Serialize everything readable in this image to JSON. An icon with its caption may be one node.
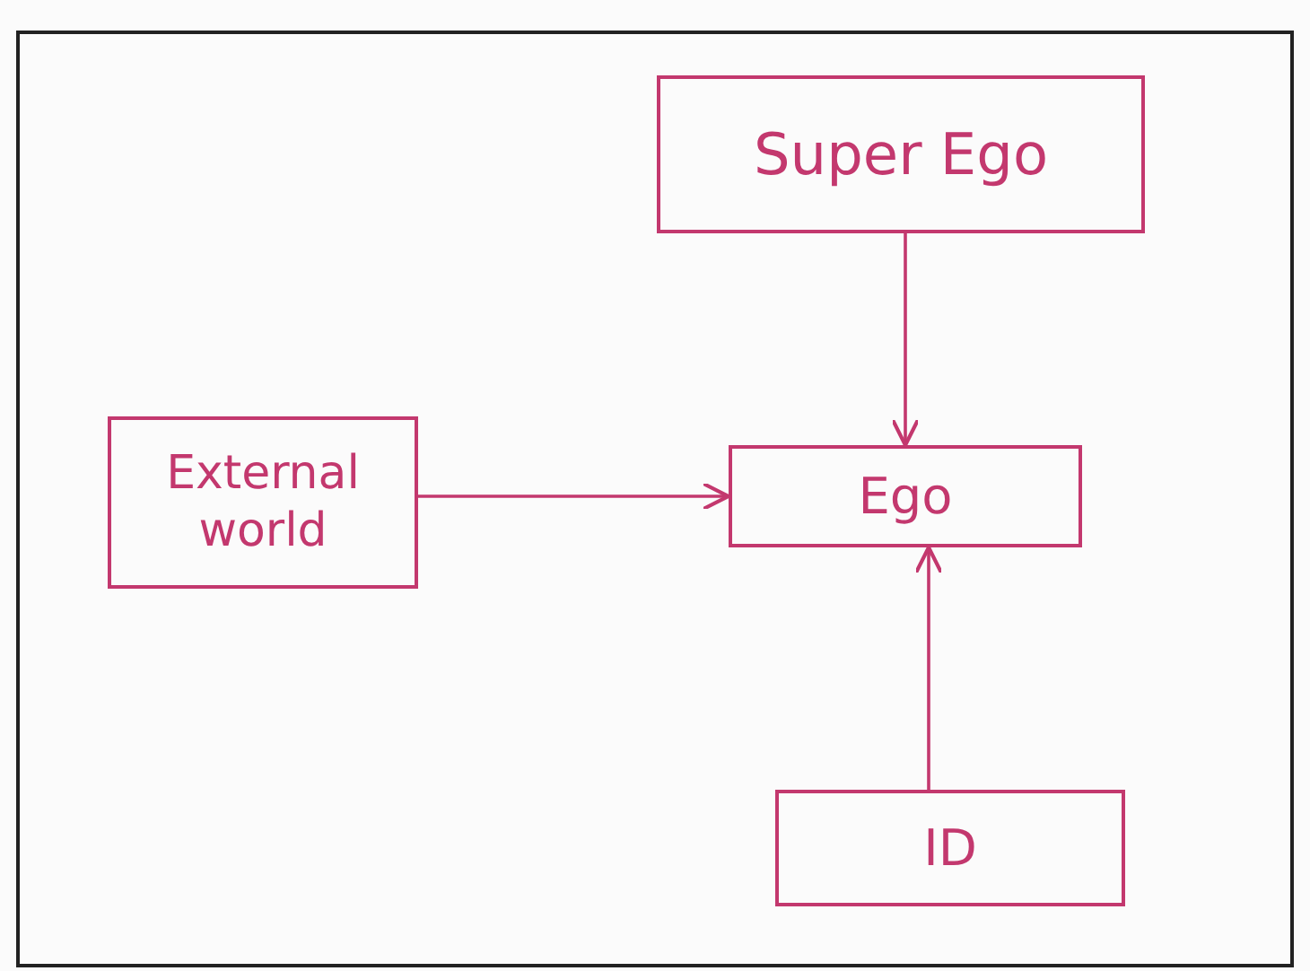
{
  "diagram": {
    "nodes": [
      {
        "text": [
          "Super Ego"
        ]
      },
      {
        "text": [
          "External world"
        ]
      },
      {
        "text": [
          "Ego"
        ]
      },
      {
        "text": [
          "ID"
        ]
      }
    ],
    "edges": [
      {
        "from": 0,
        "to": 2,
        "arrow": "to"
      },
      {
        "from": 1,
        "to": 2,
        "arrow": "to"
      },
      {
        "from": 3,
        "to": 2,
        "arrow": "to"
      }
    ]
  }
}
